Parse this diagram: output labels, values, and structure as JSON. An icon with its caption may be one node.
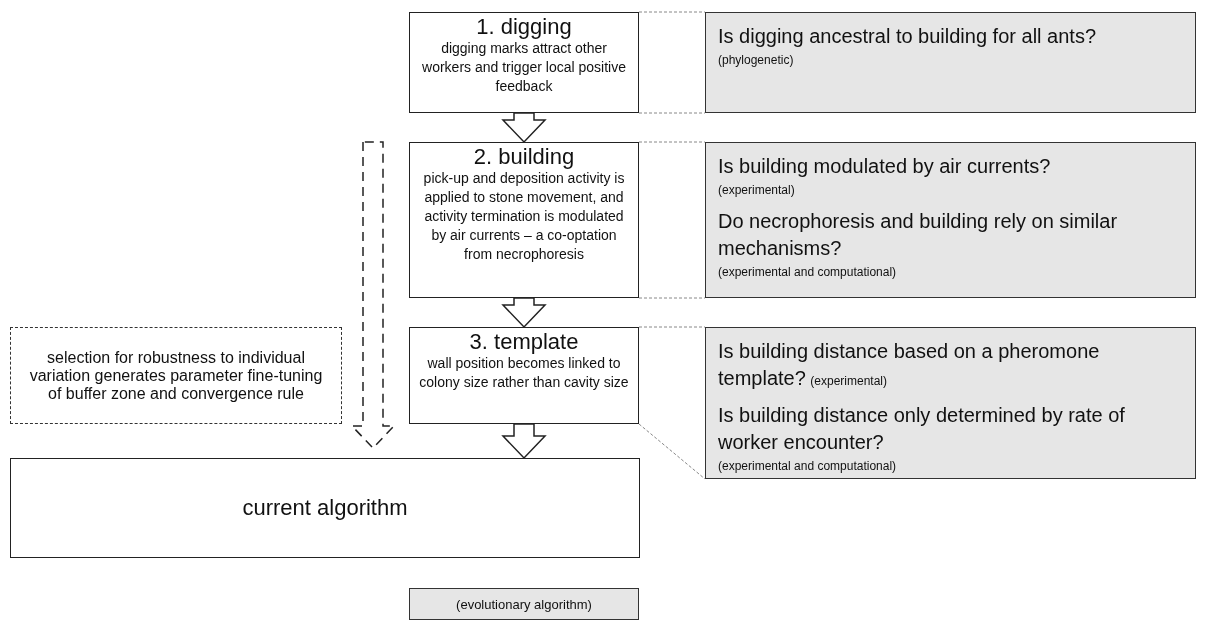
{
  "diagram": {
    "nodes": [
      {
        "text": [
          "1. digging",
          "digging marks attract other workers and trigger local positive feedback"
        ]
      },
      {
        "text": [
          "Is digging ancestral to building for all ants?",
          "(phylogenetic)"
        ]
      },
      {
        "text": [
          "2. building",
          "pick-up and deposition activity is applied to stone movement, and activity termination is modulated by air currents – a co-optation from necrophoresis"
        ]
      },
      {
        "text": [
          "Is building modulated by air currents?",
          "(experimental)",
          "Do necrophoresis and building rely on similar mechanisms?",
          "(experimental and computational)"
        ]
      },
      {
        "text": [
          "selection for robustness to individual variation generates parameter fine-tuning of buffer zone and convergence rule"
        ]
      },
      {
        "text": [
          "3. template",
          "wall position becomes linked to colony size rather than cavity size"
        ]
      },
      {
        "text": [
          "Is building distance based on a pheromone template?",
          "(experimental)",
          "Is building distance only determined by rate of worker encounter?",
          "(experimental and computational)"
        ]
      },
      {
        "text": [
          "current algorithm"
        ]
      },
      {
        "text": [
          "(evolutionary algorithm)"
        ]
      }
    ],
    "edges": [
      {
        "from": 0,
        "to": 2,
        "arrow": "to"
      },
      {
        "from": 2,
        "to": 5,
        "arrow": "to"
      },
      {
        "from": 5,
        "to": 7,
        "arrow": "to"
      },
      {
        "from": null,
        "to": 7,
        "arrow": "to",
        "style": "dashed"
      },
      {
        "from": 0,
        "to": 1,
        "arrow": "none",
        "style": "dashed",
        "color": "#888888"
      },
      {
        "from": 0,
        "to": 1,
        "arrow": "none",
        "style": "dashed",
        "color": "#888888"
      },
      {
        "from": 2,
        "to": 3,
        "arrow": "none",
        "style": "dashed",
        "color": "#888888"
      },
      {
        "from": 2,
        "to": 3,
        "arrow": "none",
        "style": "dashed",
        "color": "#888888"
      },
      {
        "from": 5,
        "to": 6,
        "arrow": "none",
        "style": "dashed",
        "color": "#888888"
      },
      {
        "from": 5,
        "to": 6,
        "arrow": "none",
        "style": "dashed",
        "color": "#888888"
      }
    ]
  }
}
